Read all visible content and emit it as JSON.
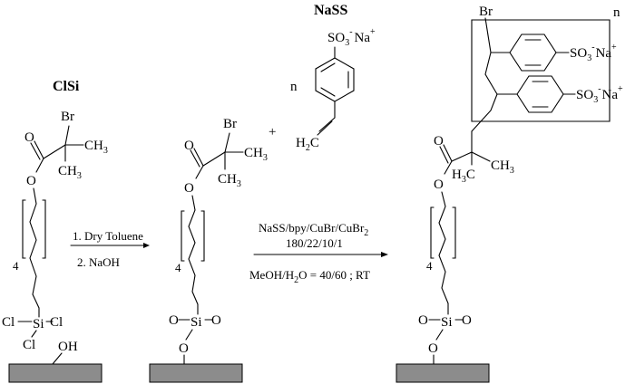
{
  "labels": {
    "clsi": "ClSi",
    "nass": "NaSS",
    "n_monomer": "n",
    "n_polymer": "n",
    "plus": "+"
  },
  "step1": {
    "line1": "1. Dry Toluene",
    "line2": "2. NaOH"
  },
  "step2": {
    "reagents": "NaSS/bpy/CuBr/CuBr",
    "reagents_sub": "2",
    "ratio": "180/22/10/1",
    "solvent_a": "MeOH/H",
    "solvent_sub": "2",
    "solvent_b": "O = 40/60 ; RT"
  },
  "atoms": {
    "br": "Br",
    "ch": "CH",
    "three": "3",
    "h": "H",
    "c": "C",
    "o": "O",
    "cl": "Cl",
    "si": "Si",
    "oh": "OH",
    "so": "SO",
    "na": "Na",
    "plus": "+",
    "minus": "-",
    "two": "2",
    "four": "4"
  },
  "colors": {
    "substrate": "#8c8c8c",
    "ink": "#000000"
  }
}
